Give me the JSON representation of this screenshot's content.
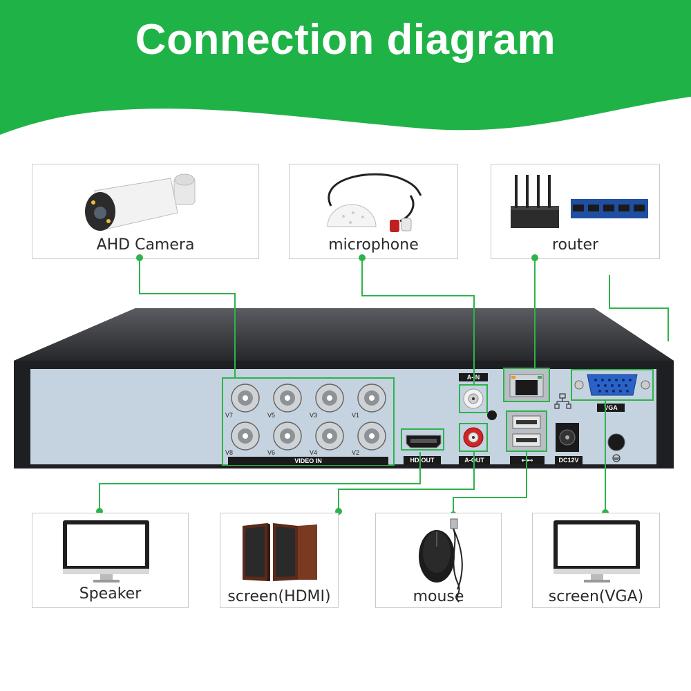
{
  "banner": {
    "title": "Connection diagram",
    "color": "#1fb347"
  },
  "devices_top": [
    {
      "label": "AHD Camera",
      "icon": "camera-icon"
    },
    {
      "label": "microphone",
      "icon": "microphone-icon"
    },
    {
      "label": "router",
      "icon": "router-icon"
    }
  ],
  "devices_bottom": [
    {
      "label": "Speaker",
      "icon": "monitor-icon"
    },
    {
      "label": "screen(HDMI)",
      "icon": "speaker-icon"
    },
    {
      "label": "mouse",
      "icon": "mouse-icon"
    },
    {
      "label": "screen(VGA)",
      "icon": "monitor-icon"
    }
  ],
  "dvr": {
    "video_inputs": [
      "V7",
      "V5",
      "V3",
      "V1",
      "V8",
      "V6",
      "V4",
      "V2"
    ],
    "video_in_label": "VIDEO IN",
    "hdmi_label": "HD-OUT",
    "audio_in_label": "A-IN",
    "audio_out_label": "A-OUT",
    "vga_label": "VGA",
    "power_label": "DC12V",
    "usb_symbol": "⇠⊷"
  },
  "connector_color": "#2db34a"
}
